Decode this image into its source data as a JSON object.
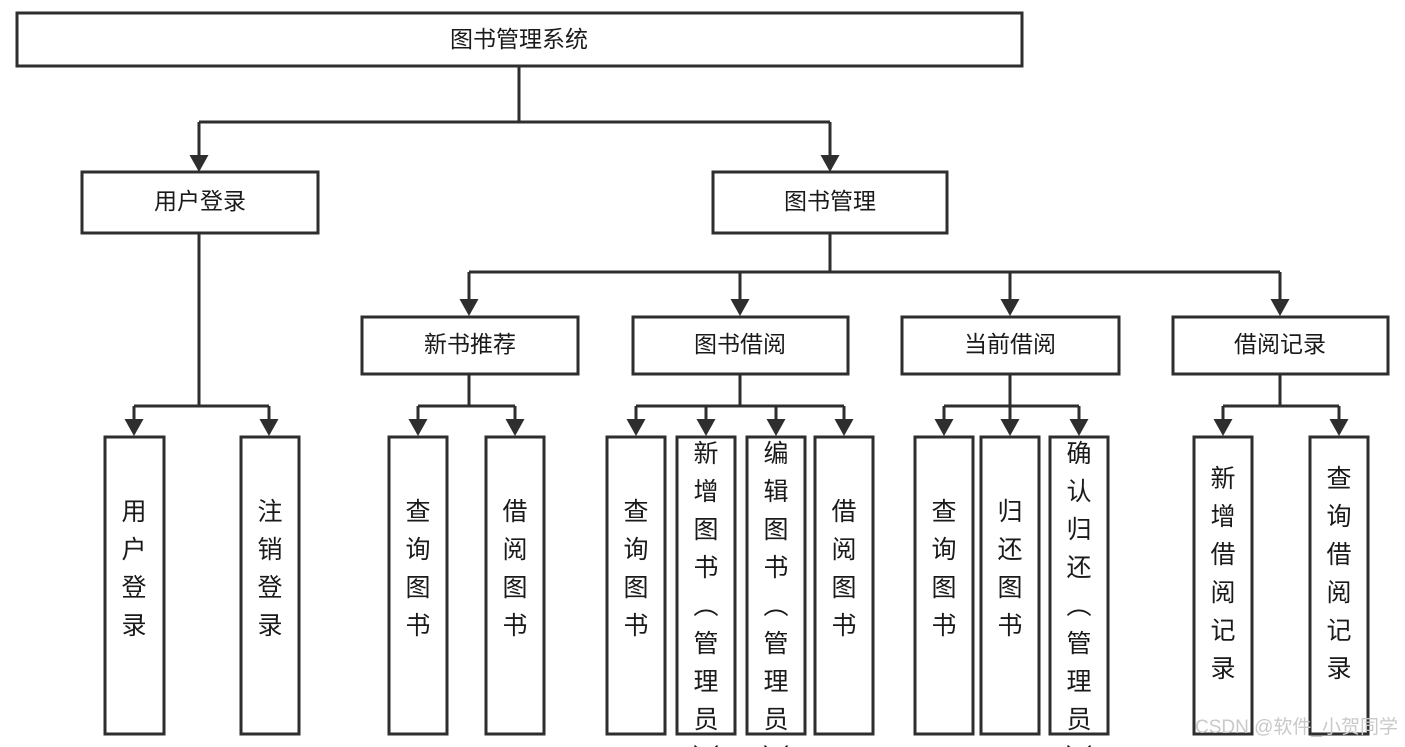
{
  "diagram": {
    "type": "tree-flowchart",
    "title": "图书管理系统",
    "orientation": "top-down",
    "watermark": "CSDN @软件_小贺同学",
    "colors": {
      "box_stroke": "#2e2e2e",
      "box_fill": "#ffffff",
      "connector": "#2e2e2e",
      "text": "#1a1a1a",
      "watermark": "#c9c9c9",
      "background": "#ffffff"
    }
  },
  "nodes": {
    "root": {
      "label": "图书管理系统"
    },
    "level1": [
      {
        "id": "user-login",
        "label": "用户登录"
      },
      {
        "id": "book-management",
        "label": "图书管理"
      }
    ],
    "level2": [
      {
        "id": "new-book-recommend",
        "label": "新书推荐",
        "parent": "book-management"
      },
      {
        "id": "book-borrow",
        "label": "图书借阅",
        "parent": "book-management"
      },
      {
        "id": "current-borrow",
        "label": "当前借阅",
        "parent": "book-management"
      },
      {
        "id": "borrow-record",
        "label": "借阅记录",
        "parent": "book-management"
      }
    ],
    "leaves": [
      {
        "id": "leaf-user-login",
        "label": "用户登录",
        "parent": "user-login"
      },
      {
        "id": "leaf-logout",
        "label": "注销登录",
        "parent": "user-login"
      },
      {
        "id": "leaf-query-book-1",
        "label": "查询图书",
        "parent": "new-book-recommend"
      },
      {
        "id": "leaf-borrow-book-1",
        "label": "借阅图书",
        "parent": "new-book-recommend"
      },
      {
        "id": "leaf-query-book-2",
        "label": "查询图书",
        "parent": "book-borrow"
      },
      {
        "id": "leaf-add-book",
        "label": "新增图书（管理员）",
        "parent": "book-borrow"
      },
      {
        "id": "leaf-edit-book",
        "label": "编辑图书（管理员）",
        "parent": "book-borrow"
      },
      {
        "id": "leaf-borrow-book-2",
        "label": "借阅图书",
        "parent": "book-borrow"
      },
      {
        "id": "leaf-query-book-3",
        "label": "查询图书",
        "parent": "current-borrow"
      },
      {
        "id": "leaf-return-book",
        "label": "归还图书",
        "parent": "current-borrow"
      },
      {
        "id": "leaf-confirm-return",
        "label": "确认归还（管理员）",
        "parent": "current-borrow"
      },
      {
        "id": "leaf-add-record",
        "label": "新增借阅记录",
        "parent": "borrow-record"
      },
      {
        "id": "leaf-query-record",
        "label": "查询借阅记录",
        "parent": "borrow-record"
      }
    ]
  }
}
